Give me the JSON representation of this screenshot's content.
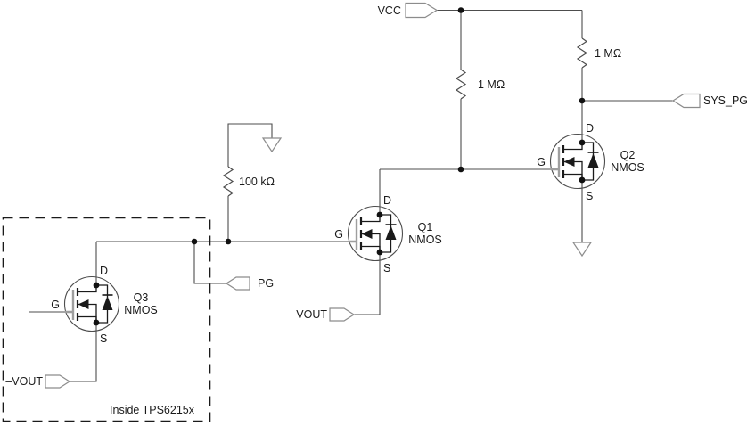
{
  "schematic": {
    "description": "Power-good level-shifter circuit with three NMOS transistors",
    "ports": {
      "vcc": {
        "label": "VCC"
      },
      "sys_pg": {
        "label": "SYS_PG"
      },
      "pg": {
        "label": "PG"
      },
      "neg_vout_q1": {
        "label": "–VOUT"
      },
      "neg_vout_q3": {
        "label": "–VOUT"
      }
    },
    "resistors": {
      "r_gate_pullup": {
        "label": "1 MΩ"
      },
      "r_drain_pullup": {
        "label": "1 MΩ"
      },
      "r_pg": {
        "label": "100 kΩ"
      }
    },
    "transistors": {
      "q1": {
        "name": "Q1",
        "type": "NMOS",
        "drain": "D",
        "gate": "G",
        "source": "S"
      },
      "q2": {
        "name": "Q2",
        "type": "NMOS",
        "drain": "D",
        "gate": "G",
        "source": "S"
      },
      "q3": {
        "name": "Q3",
        "type": "NMOS",
        "drain": "D",
        "gate": "G",
        "source": "S"
      }
    },
    "annotations": {
      "inside_box": {
        "label": "Inside TPS6215x"
      }
    },
    "colors": {
      "background": "#ffffff",
      "wire": "#4d4d4d",
      "symbol_ink": "#1a1a1a",
      "gate_plate": "#9e9e9e",
      "connector_outline": "#8c8c8c",
      "text": "#1a1a1a"
    }
  }
}
